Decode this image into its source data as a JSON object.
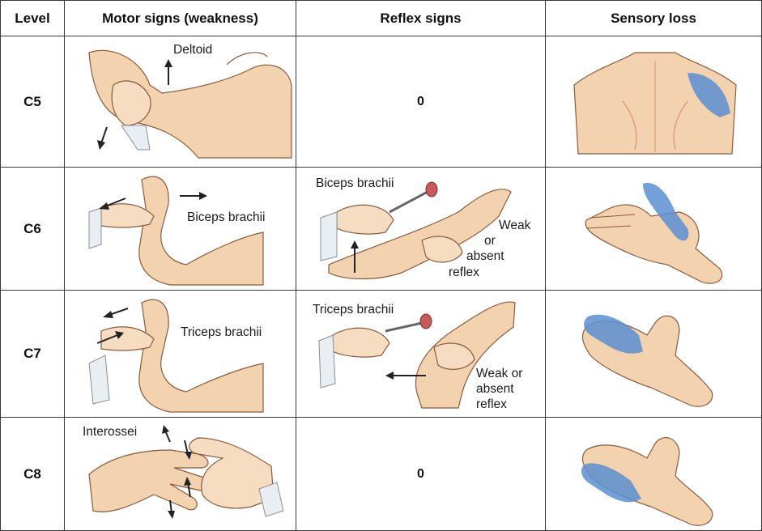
{
  "headers": {
    "level": "Level",
    "motor": "Motor signs (weakness)",
    "reflex": "Reflex signs",
    "sensory": "Sensory loss"
  },
  "rows": [
    {
      "level": "C5",
      "motor_label": "Deltoid",
      "reflex_value": "0"
    },
    {
      "level": "C6",
      "motor_label": "Biceps brachii",
      "reflex_label": "Biceps brachii",
      "reflex_note": [
        "Weak",
        "or",
        "absent",
        "reflex"
      ]
    },
    {
      "level": "C7",
      "motor_label": "Triceps brachii",
      "reflex_label": "Triceps brachii",
      "reflex_note": [
        "Weak or",
        "absent",
        "reflex"
      ]
    },
    {
      "level": "C8",
      "motor_label": "Interossei",
      "reflex_value": "0"
    }
  ],
  "colors": {
    "skin": "#f3d2b0",
    "skin_shadow": "#d9a27a",
    "outline": "#8a5a3c",
    "sensory": "#5b8fd1",
    "border": "#3a3a3a"
  }
}
